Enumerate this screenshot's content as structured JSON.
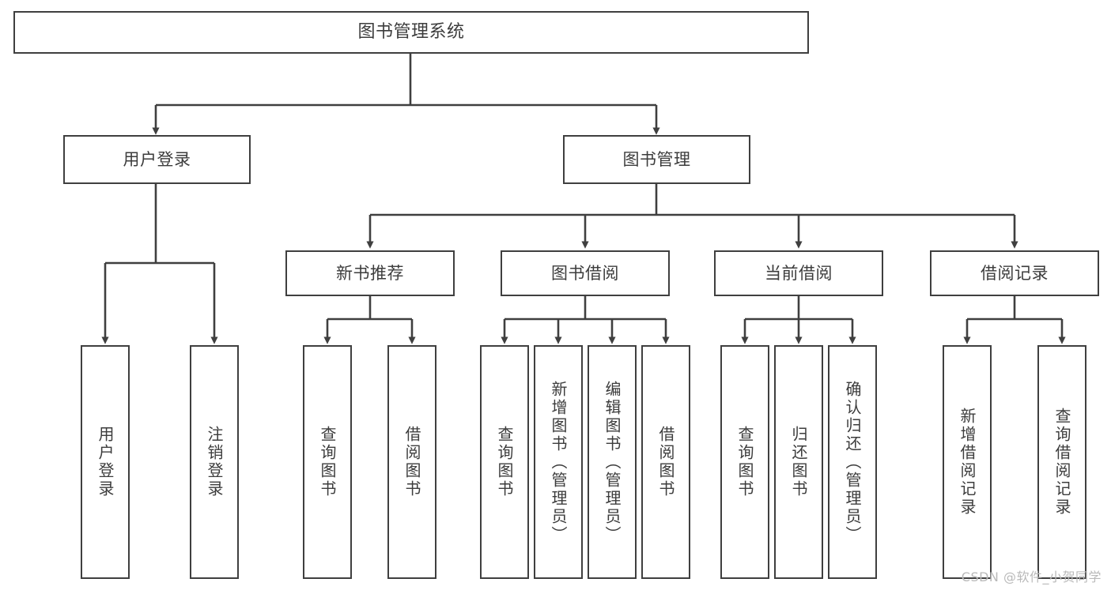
{
  "diagram": {
    "title": "图书管理系统",
    "watermark": "CSDN @软件_小贺同学",
    "stroke_color": "#3f3f3f",
    "text_color": "#3c3c3c",
    "background_color": "#ffffff",
    "type": "tree-hierarchy-diagram",
    "root": {
      "label": "图书管理系统"
    },
    "level2": [
      {
        "id": "user-login",
        "label": "用户登录"
      },
      {
        "id": "book-management",
        "label": "图书管理"
      }
    ],
    "level3": [
      {
        "id": "new-book-recommend",
        "label": "新书推荐"
      },
      {
        "id": "book-borrow",
        "label": "图书借阅"
      },
      {
        "id": "current-borrow",
        "label": "当前借阅"
      },
      {
        "id": "borrow-record",
        "label": "借阅记录"
      }
    ],
    "leaves": [
      {
        "id": "leaf-user-login",
        "label": "用户登录",
        "parent": "user-login"
      },
      {
        "id": "leaf-logout-login",
        "label": "注销登录",
        "parent": "user-login"
      },
      {
        "id": "leaf-query-book-1",
        "label": "查询图书",
        "parent": "new-book-recommend"
      },
      {
        "id": "leaf-borrow-book-1",
        "label": "借阅图书",
        "parent": "new-book-recommend"
      },
      {
        "id": "leaf-query-book-2",
        "label": "查询图书",
        "parent": "book-borrow"
      },
      {
        "id": "leaf-add-book",
        "label": "新增图书（管理员）",
        "parent": "book-borrow"
      },
      {
        "id": "leaf-edit-book",
        "label": "编辑图书（管理员）",
        "parent": "book-borrow"
      },
      {
        "id": "leaf-borrow-book-2",
        "label": "借阅图书",
        "parent": "book-borrow"
      },
      {
        "id": "leaf-query-book-3",
        "label": "查询图书",
        "parent": "current-borrow"
      },
      {
        "id": "leaf-return-book",
        "label": "归还图书",
        "parent": "current-borrow"
      },
      {
        "id": "leaf-confirm-return",
        "label": "确认归还（管理员）",
        "parent": "current-borrow"
      },
      {
        "id": "leaf-add-record",
        "label": "新增借阅记录",
        "parent": "borrow-record"
      },
      {
        "id": "leaf-query-record",
        "label": "查询借阅记录",
        "parent": "borrow-record"
      }
    ]
  }
}
